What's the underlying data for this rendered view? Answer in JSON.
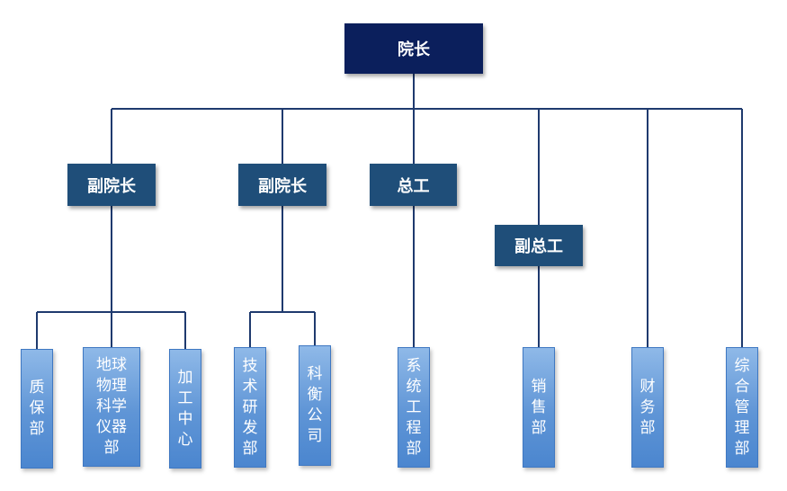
{
  "org_chart": {
    "head": "院长",
    "level2": [
      "副院长",
      "副院长",
      "总工"
    ],
    "level3": "副总工",
    "departments": [
      "质\n保\n部",
      "地球\n物理\n科学\n仪器\n部",
      "加\n工\n中\n心",
      "技\n术\n研\n发\n部",
      "科\n衡\n公\n司",
      "系\n统\n工\n程\n部",
      "销\n售\n部",
      "财\n务\n部",
      "综\n合\n管\n理\n部"
    ]
  },
  "colors": {
    "head_box": "#0b1f5c",
    "manager_box": "#1f4e79",
    "department_box": "#5f95d6",
    "connector": "#1f3a6e"
  }
}
